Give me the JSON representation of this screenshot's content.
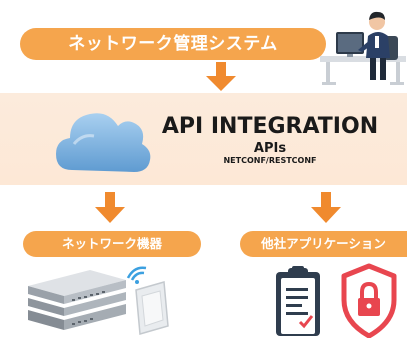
{
  "top_banner": {
    "label": "ネットワーク管理システム"
  },
  "integration": {
    "title": "API INTEGRATION",
    "subtitle": "APIs",
    "protocols": "NETCONF/RESTCONF"
  },
  "bottom": {
    "left_label": "ネットワーク機器",
    "right_label": "他社アプリケーション"
  },
  "colors": {
    "accent_orange": "#f5a54d",
    "arrow_orange": "#f08a2e",
    "panel_peach": "#fde8d6",
    "cloud_blue": "#7fb5e3",
    "shield_red": "#e8464f"
  },
  "icons": [
    "person-at-desk-icon",
    "cloud-icon",
    "network-switch-icon",
    "wireless-access-point-icon",
    "clipboard-checklist-icon",
    "security-shield-icon"
  ]
}
